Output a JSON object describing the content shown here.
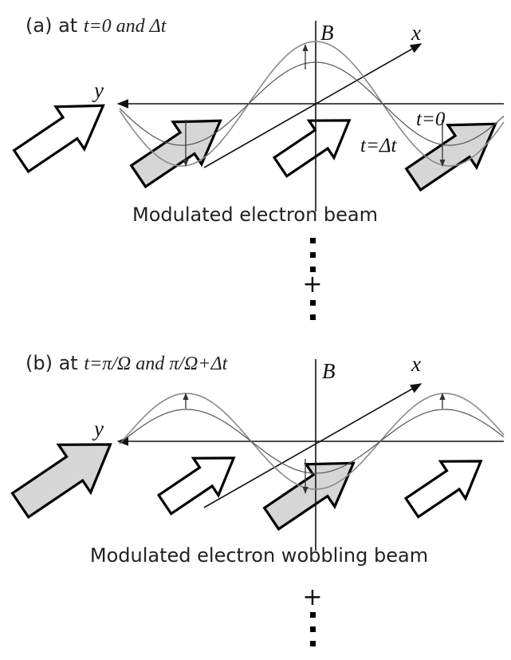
{
  "panel_a": {
    "caption_prefix": "(a) at ",
    "caption_math": "t=0 and Δt",
    "axis_field": "B",
    "axis_x": "x",
    "axis_y": "y",
    "label_t0": "t=0",
    "label_tdt": "t=Δt",
    "beam_caption": "Modulated electron beam"
  },
  "separator_plus": "+",
  "panel_b": {
    "caption_prefix": "(b) at ",
    "caption_math": "t=π/Ω and π/Ω+Δt",
    "axis_field": "B",
    "axis_x": "x",
    "axis_y": "y",
    "beam_caption": "Modulated electron wobbling beam"
  },
  "colors": {
    "open_arrow_fill": "#ffffff",
    "shaded_arrow_fill": "#d6d6d6",
    "wave_light": "#8a8a8a",
    "wave_dark": "#555555"
  }
}
